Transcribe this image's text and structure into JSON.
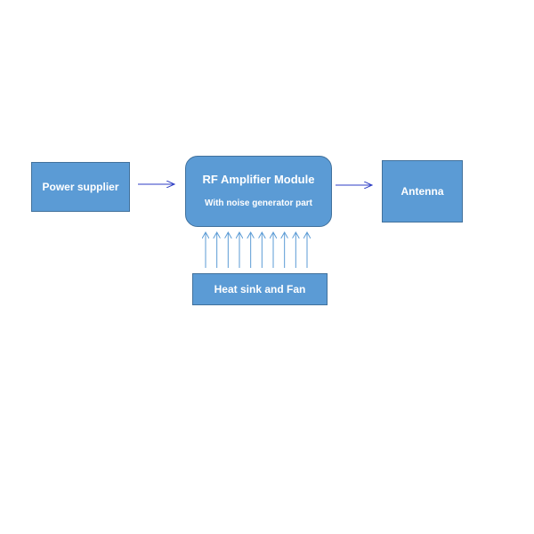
{
  "diagram": {
    "nodes": {
      "power_supplier": {
        "label": "Power supplier"
      },
      "rf_module": {
        "title": "RF Amplifier Module",
        "subtitle": "With noise generator part"
      },
      "antenna": {
        "label": "Antenna"
      },
      "heat_sink": {
        "label": "Heat sink and Fan"
      }
    },
    "edges": [
      {
        "from": "power_supplier",
        "to": "rf_module"
      },
      {
        "from": "rf_module",
        "to": "antenna"
      },
      {
        "from": "heat_sink",
        "to": "rf_module",
        "count": 10
      }
    ],
    "colors": {
      "block_fill": "#5b9bd5",
      "block_border": "#41719c",
      "arrow_dark": "#2e3ec4",
      "arrow_light": "#5b9bd5",
      "text": "#ffffff"
    }
  }
}
